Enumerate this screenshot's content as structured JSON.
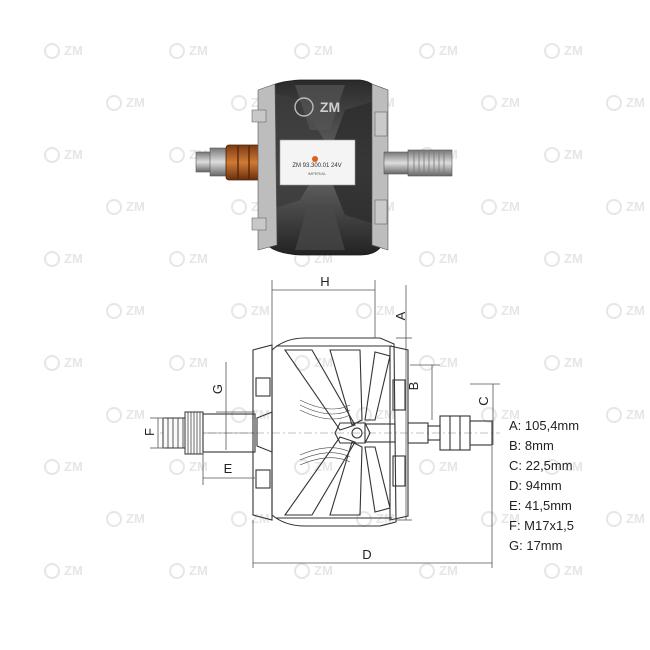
{
  "watermark": {
    "text": "ZM"
  },
  "photo": {
    "brand_badge": "ZM",
    "label_line1": "ZM 93.300.01 24V",
    "label_line2": "IMPERIAL"
  },
  "dimension_letters": {
    "A": "A",
    "B": "B",
    "C": "C",
    "D": "D",
    "E": "E",
    "F": "F",
    "G": "G",
    "H": "H"
  },
  "specs": [
    {
      "text": "A: 105,4mm"
    },
    {
      "text": "B: 8mm"
    },
    {
      "text": "C: 22,5mm"
    },
    {
      "text": "D: 94mm"
    },
    {
      "text": "E: 41,5mm"
    },
    {
      "text": "F: M17x1,5"
    },
    {
      "text": "G: 17mm"
    }
  ]
}
